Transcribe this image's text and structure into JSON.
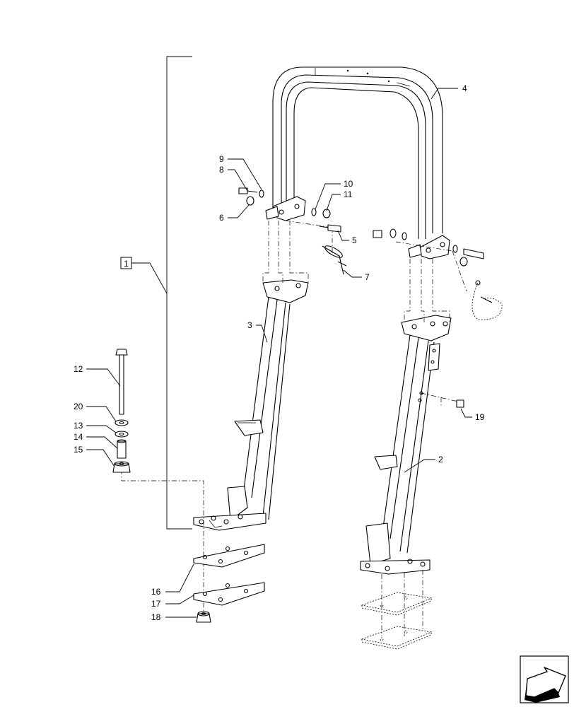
{
  "diagram": {
    "assembly_box_label": "1",
    "callouts": [
      {
        "id": "c2",
        "label": "2"
      },
      {
        "id": "c3",
        "label": "3"
      },
      {
        "id": "c4",
        "label": "4"
      },
      {
        "id": "c5",
        "label": "5"
      },
      {
        "id": "c6",
        "label": "6"
      },
      {
        "id": "c7",
        "label": "7"
      },
      {
        "id": "c8",
        "label": "8"
      },
      {
        "id": "c9",
        "label": "9"
      },
      {
        "id": "c10",
        "label": "10"
      },
      {
        "id": "c11",
        "label": "11"
      },
      {
        "id": "c12",
        "label": "12"
      },
      {
        "id": "c13",
        "label": "13"
      },
      {
        "id": "c14",
        "label": "14"
      },
      {
        "id": "c15",
        "label": "15"
      },
      {
        "id": "c16",
        "label": "16"
      },
      {
        "id": "c17",
        "label": "17"
      },
      {
        "id": "c18",
        "label": "18"
      },
      {
        "id": "c19",
        "label": "19"
      },
      {
        "id": "c20",
        "label": "20"
      }
    ],
    "nav_icon": "next-page-arrow-icon"
  }
}
